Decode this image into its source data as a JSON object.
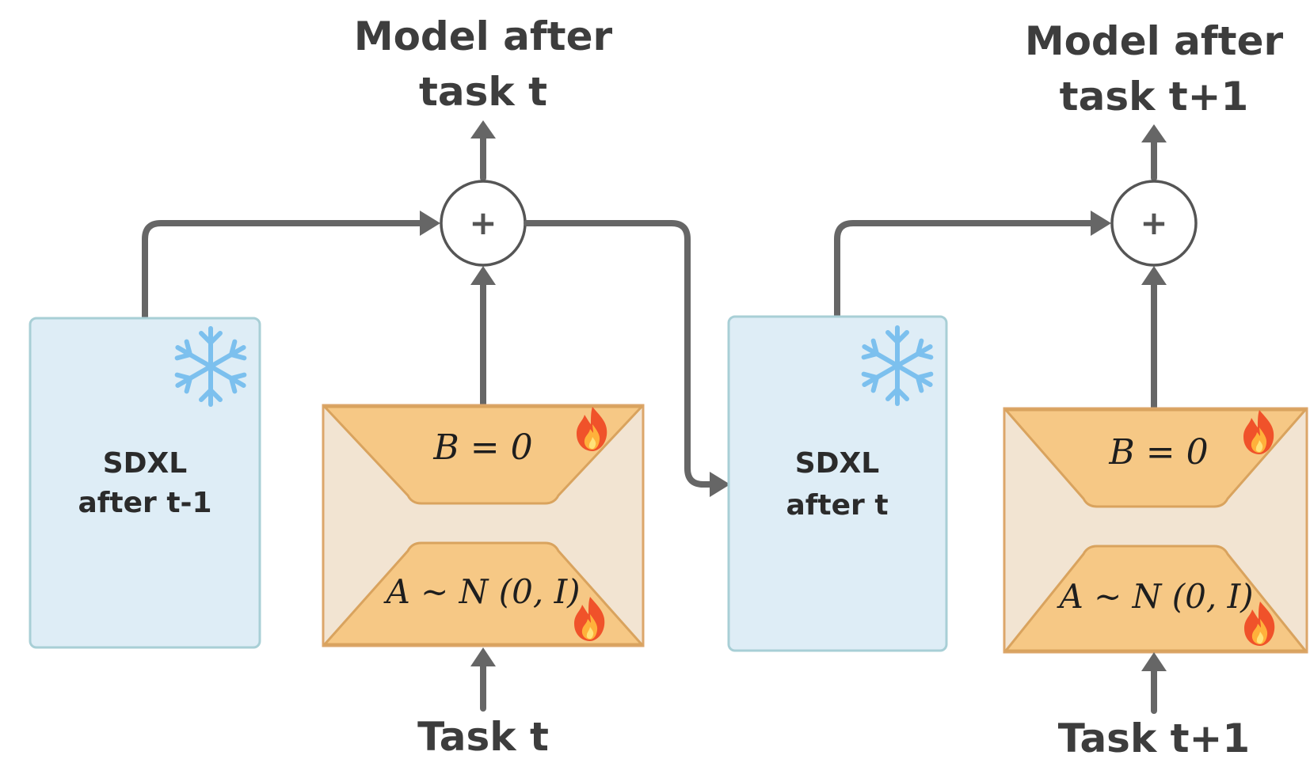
{
  "stage_left": {
    "output_label_line1": "Model after",
    "output_label_line2": "task t",
    "frozen_model_line1": "SDXL",
    "frozen_model_line2": "after t-1",
    "lora_b_label": "B = 0",
    "lora_a_label": "A ~ N (0, I)",
    "input_label": "Task t",
    "sum_symbol": "+"
  },
  "stage_right": {
    "output_label_line1": "Model after",
    "output_label_line2": "task t+1",
    "frozen_model_line1": "SDXL",
    "frozen_model_line2": "after t",
    "lora_b_label": "B = 0",
    "lora_a_label": "A ~ N (0, I)",
    "input_label": "Task t+1",
    "sum_symbol": "+"
  },
  "icons": {
    "frozen": "snowflake-icon",
    "trainable": "fire-icon"
  },
  "colors": {
    "frozen_fill": "#deedf6",
    "frozen_border": "#a8cfd6",
    "lora_fill": "#f6c885",
    "lora_background": "#f2e4d2",
    "wire": "#666666",
    "snowflake": "#7cc0ee"
  }
}
